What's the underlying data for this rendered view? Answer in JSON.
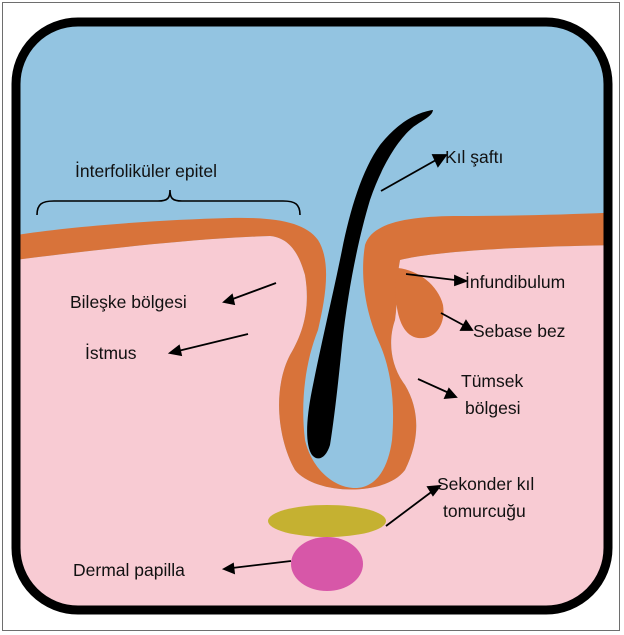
{
  "labels": {
    "interfollicular_epithelium": "İnterfoliküler epitel",
    "hair_shaft": "Kıl şaftı",
    "infundibulum": "İnfundibulum",
    "junctional_zone": "Bileşke bölgesi",
    "sebaceous_gland": "Sebase bez",
    "isthmus": "İstmus",
    "bulge_line1": "Tümsek",
    "bulge_line2": "bölgesi",
    "secondary_germ_line1": "Sekonder kıl",
    "secondary_germ_line2": "tomurcuğu",
    "dermal_papilla": "Dermal papilla"
  },
  "colors": {
    "outline": "#000000",
    "epidermis_region": "#93c4e1",
    "dermis_region": "#f8cbd3",
    "epithelium": "#d8733a",
    "hair_shaft": "#000000",
    "secondary_germ": "#c5b131",
    "dermal_papilla": "#d757a8"
  }
}
